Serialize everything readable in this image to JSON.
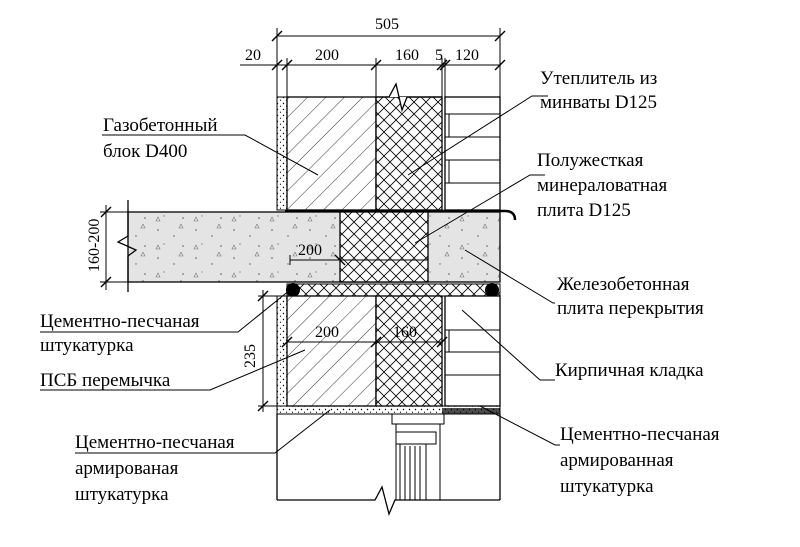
{
  "dimensions": {
    "total": "505",
    "plaster": "20",
    "aerated_block": "200",
    "insulation": "160",
    "gap": "5",
    "brick": "120",
    "slab_height": "160-200",
    "slab_block": "200",
    "lower_block": "200",
    "lower_insulation": "160",
    "lintel_height": "235"
  },
  "labels": {
    "insulation": {
      "line1": "Утеплитель из",
      "line2": "минваты D125"
    },
    "aerated_block": {
      "line1": "Газобетонный",
      "line2": "блок D400"
    },
    "semi_rigid": {
      "line1": "Полужесткая",
      "line2": "минераловатная",
      "line3": "плита D125"
    },
    "slab": {
      "line1": "Железобетонная",
      "line2": "плита перекрытия"
    },
    "cement_plaster": {
      "line1": "Цементно-песчаная",
      "line2": "штукатурка"
    },
    "lintel": {
      "line1": "ПСБ перемычка"
    },
    "brickwork": {
      "line1": "Кирпичная кладка"
    },
    "reinforced_plaster_left": {
      "line1": "Цементно-песчаная",
      "line2": "армированая",
      "line3": "штукатурка"
    },
    "reinforced_plaster_right": {
      "line1": "Цементно-песчаная",
      "line2": "армированная",
      "line3": "штукатурка"
    }
  }
}
